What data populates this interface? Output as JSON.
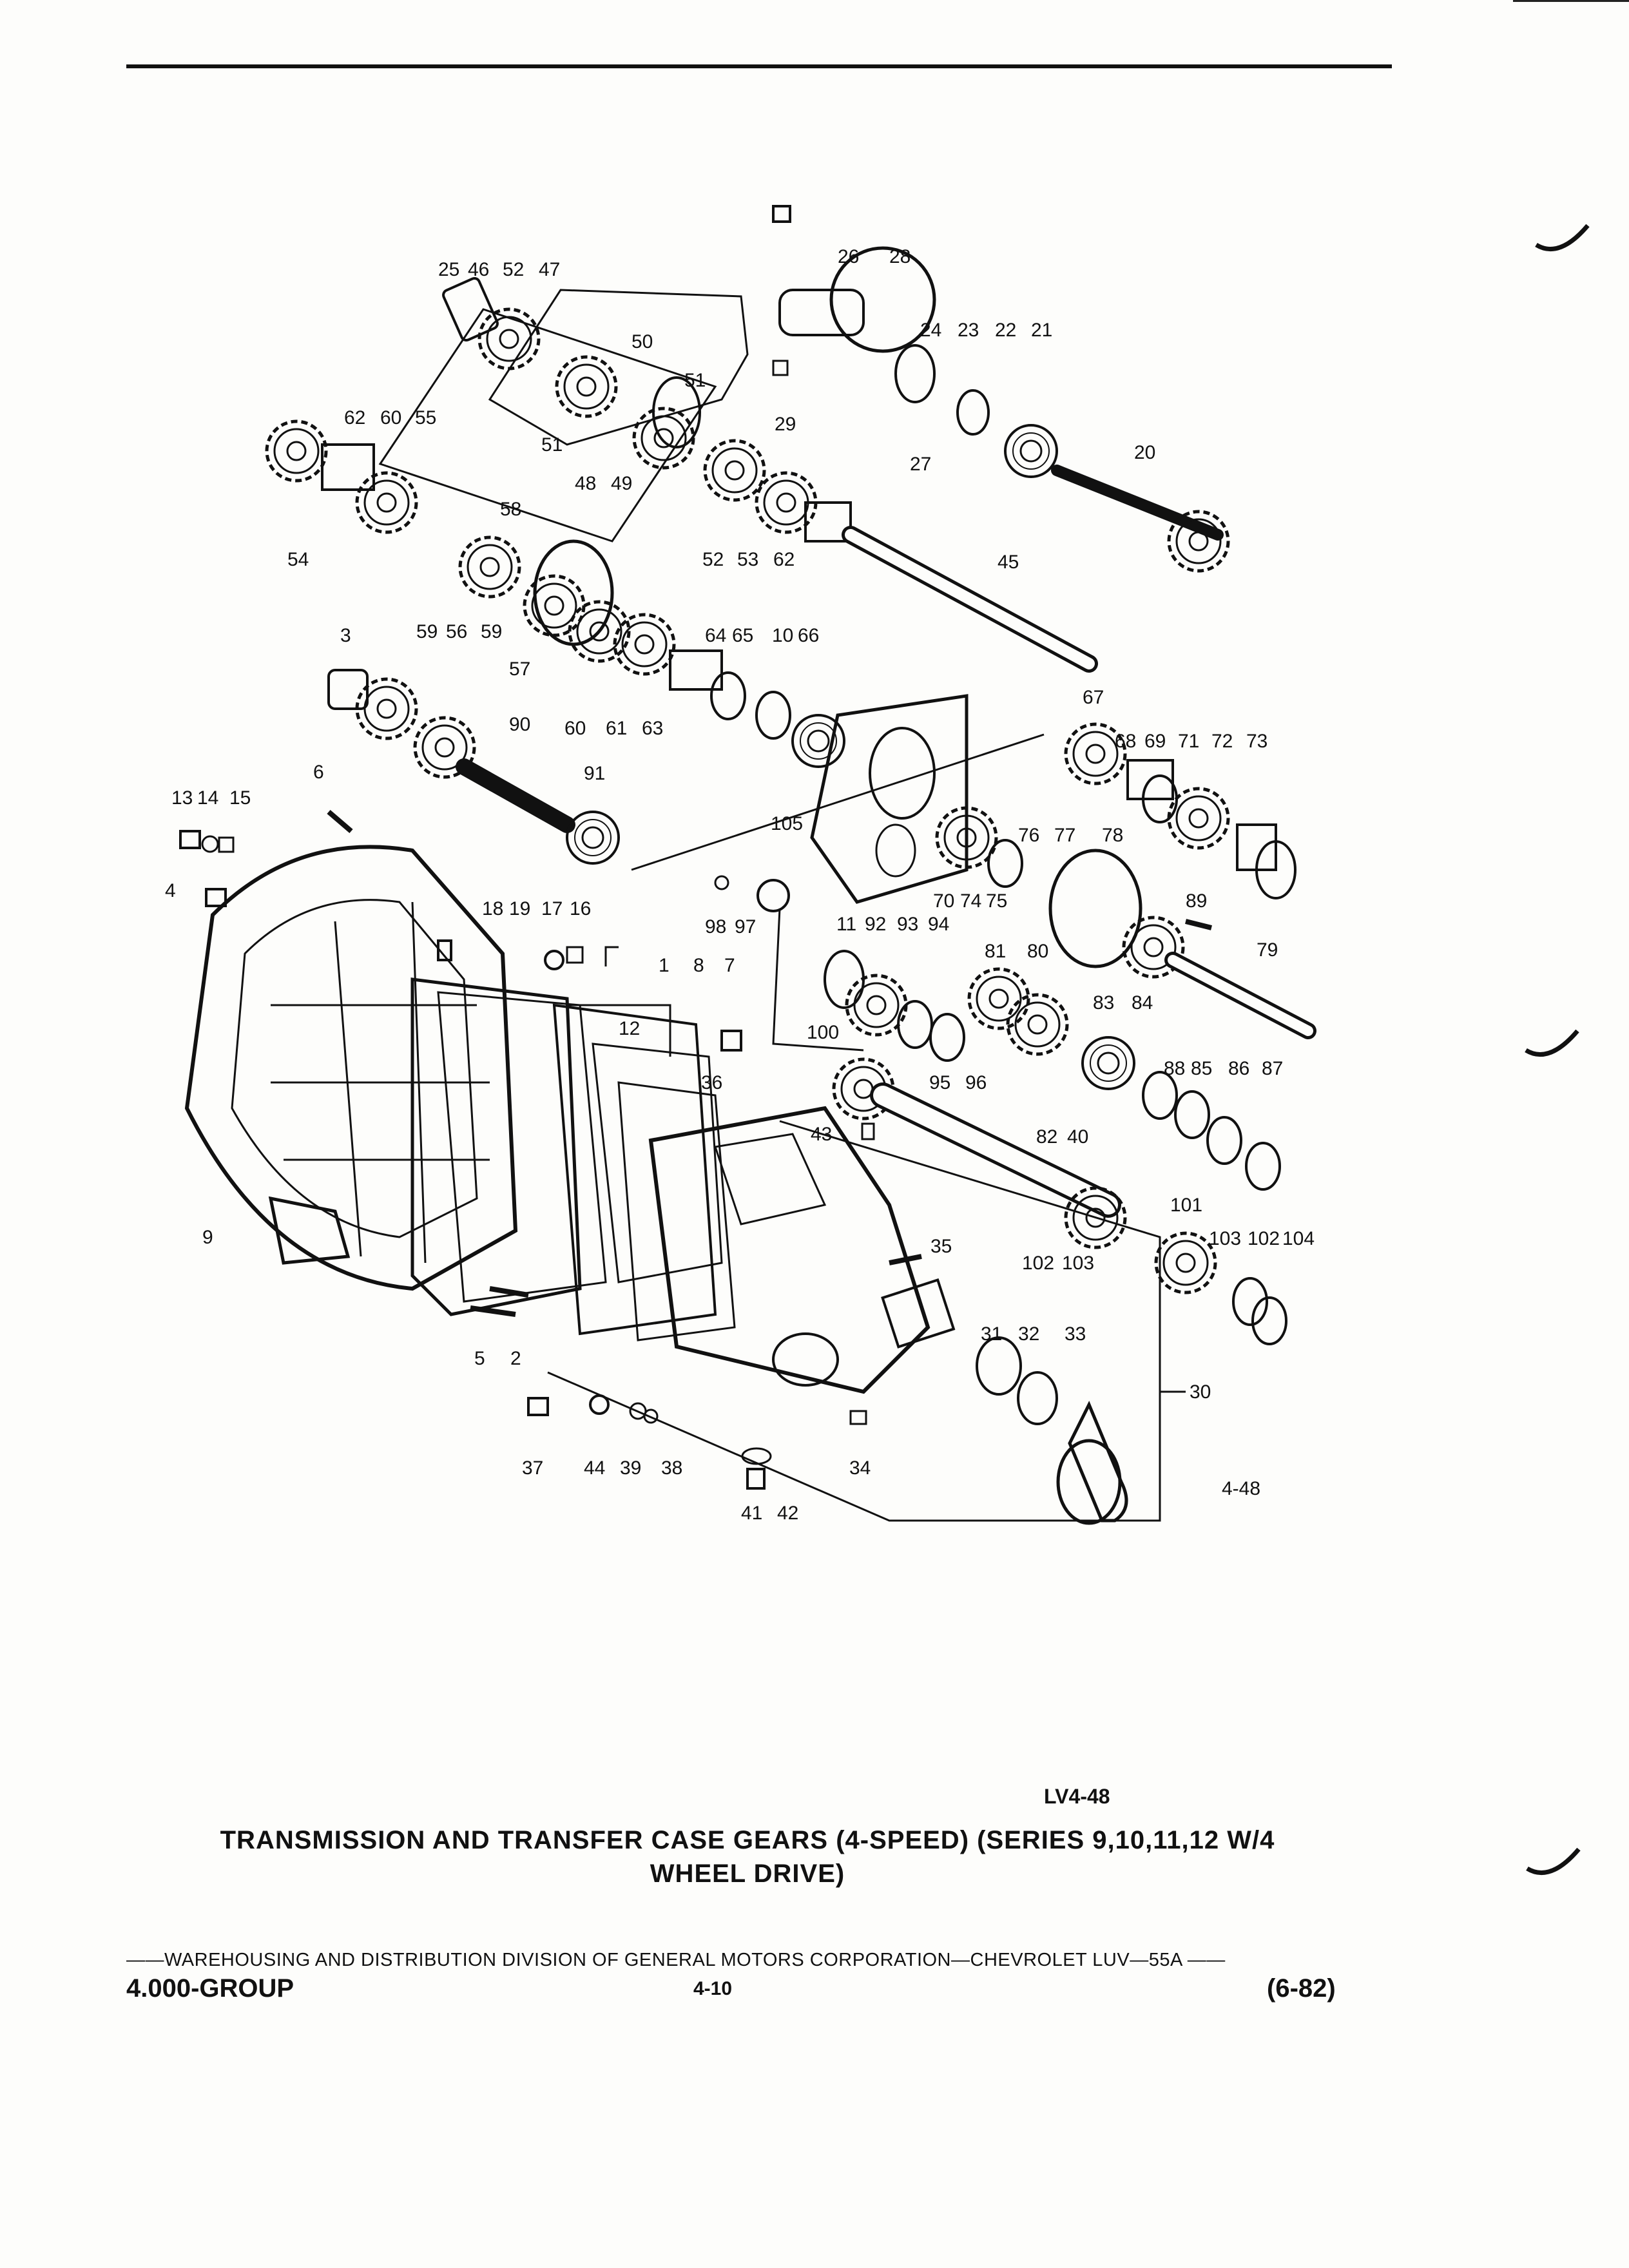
{
  "figure": {
    "id": "4-48",
    "callouts": [
      "25",
      "46",
      "52",
      "47",
      "26",
      "28",
      "50",
      "24",
      "23",
      "22",
      "21",
      "51",
      "29",
      "62",
      "60",
      "55",
      "51",
      "48",
      "49",
      "27",
      "20",
      "58",
      "54",
      "52",
      "53",
      "62",
      "45",
      "3",
      "59",
      "56",
      "59",
      "57",
      "64",
      "65",
      "10",
      "66",
      "60",
      "61",
      "63",
      "67",
      "90",
      "68",
      "69",
      "71",
      "72",
      "73",
      "91",
      "6",
      "13",
      "14",
      "15",
      "105",
      "70",
      "74",
      "75",
      "76",
      "77",
      "78",
      "4",
      "98",
      "97",
      "18",
      "19",
      "17",
      "16",
      "89",
      "11",
      "92",
      "93",
      "94",
      "81",
      "80",
      "79",
      "8",
      "7",
      "1",
      "12",
      "83",
      "84",
      "100",
      "95",
      "96",
      "36",
      "88",
      "85",
      "86",
      "87",
      "43",
      "82",
      "40",
      "101",
      "9",
      "35",
      "102",
      "103",
      "103",
      "102",
      "104",
      "31",
      "32",
      "33",
      "30",
      "5",
      "2",
      "37",
      "44",
      "39",
      "38",
      "34",
      "41",
      "42"
    ]
  },
  "ref_code": "LV4-48",
  "caption": {
    "line1": "TRANSMISSION AND TRANSFER CASE GEARS (4-SPEED) (SERIES 9,10,11,12 W/4",
    "line2": "WHEEL DRIVE)"
  },
  "footer": {
    "publisher_line": "——WAREHOUSING AND DISTRIBUTION DIVISION OF GENERAL MOTORS CORPORATION—CHEVROLET LUV—55A ——",
    "group": "4.000-GROUP",
    "page": "4-10",
    "date": "(6-82)"
  }
}
